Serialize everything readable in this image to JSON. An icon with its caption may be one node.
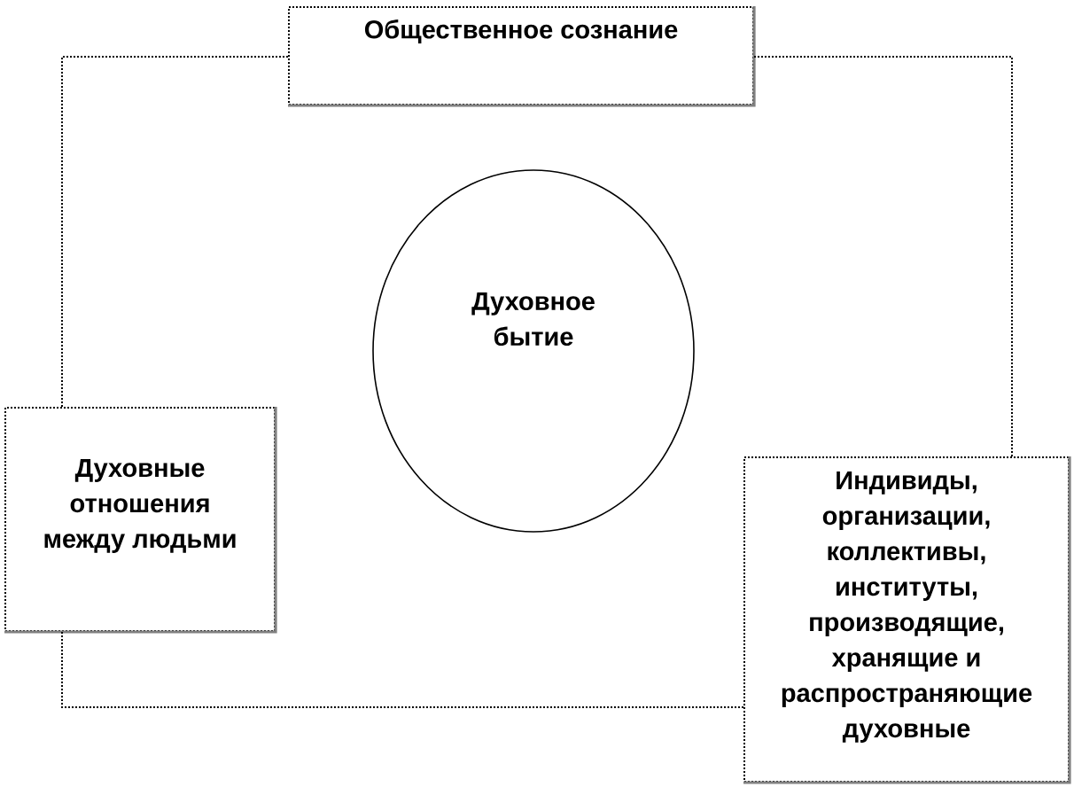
{
  "diagram": {
    "nodes": [
      {
        "text": [
          "Общественное сознание"
        ]
      },
      {
        "text": [
          "Духовное бытие"
        ]
      },
      {
        "text": [
          "Духовные отношения между людьми"
        ]
      },
      {
        "text": [
          "Индивиды, организации, коллективы, институты, производящие, хранящие и распространяющие духовные"
        ]
      }
    ],
    "edges": [
      {
        "from": 0,
        "to": 2,
        "arrow": "none",
        "style": "dashed"
      },
      {
        "from": 2,
        "to": 3,
        "arrow": "none",
        "style": "dashed"
      },
      {
        "from": 3,
        "to": 0,
        "arrow": "none",
        "style": "dashed"
      }
    ]
  }
}
